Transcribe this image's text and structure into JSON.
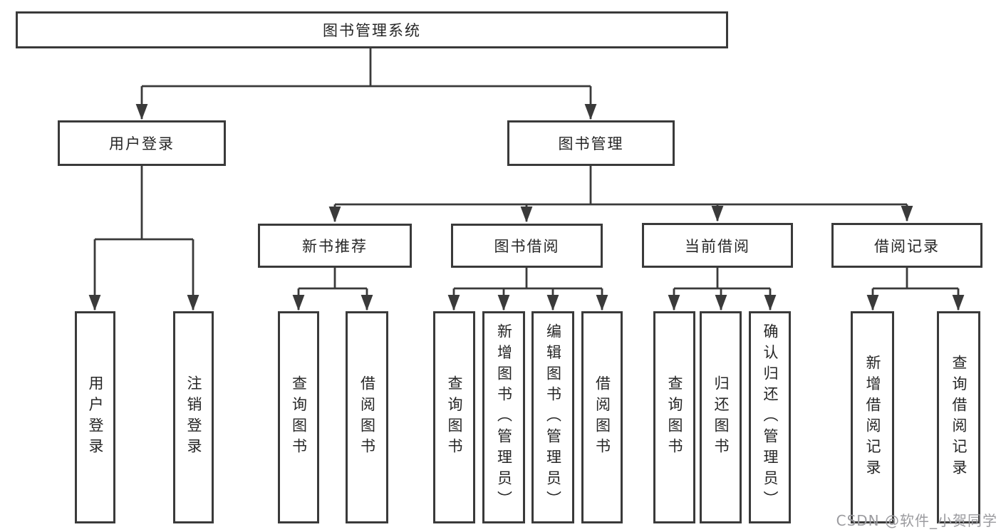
{
  "diagram": {
    "root": {
      "label": "图书管理系统"
    },
    "branches": {
      "user_login": {
        "label": "用户登录",
        "children": [
          "用户登录",
          "注销登录"
        ]
      },
      "book_mgmt": {
        "label": "图书管理"
      }
    },
    "modules": [
      {
        "label": "新书推荐",
        "children": [
          "查询图书",
          "借阅图书"
        ]
      },
      {
        "label": "图书借阅",
        "children": [
          "查询图书",
          "新增图书（管理员）",
          "编辑图书（管理员）",
          "借阅图书"
        ]
      },
      {
        "label": "当前借阅",
        "children": [
          "查询图书",
          "归还图书",
          "确认归还（管理员）"
        ]
      },
      {
        "label": "借阅记录",
        "children": [
          "新增借阅记录",
          "查询借阅记录"
        ]
      }
    ],
    "colors": {
      "line": "#3a3a3a",
      "box_border": "#3a3a3a",
      "text": "#262626",
      "background": "#ffffff"
    }
  },
  "watermark": {
    "text": "CSDN @软件_小贺同学",
    "color": "#9b9b9f"
  }
}
